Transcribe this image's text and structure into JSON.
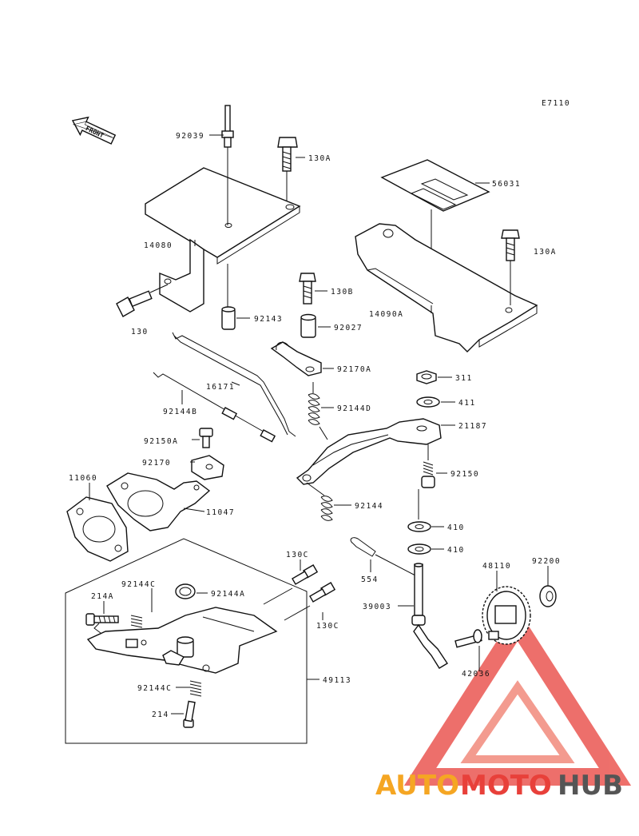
{
  "diagram_code": "E7110",
  "front_label": "FRONT",
  "parts": {
    "p92039": "92039",
    "p130A_1": "130A",
    "p130A_2": "130A",
    "p14080": "14080",
    "p130": "130",
    "p92143": "92143",
    "p130B": "130B",
    "p92027": "92027",
    "p56031": "56031",
    "p14090A": "14090A",
    "p92170A": "92170A",
    "p16171": "16171",
    "p92144D": "92144D",
    "p311": "311",
    "p411": "411",
    "p21187": "21187",
    "p92144B": "92144B",
    "p92150A": "92150A",
    "p92170": "92170",
    "p92150": "92150",
    "p11060": "11060",
    "p11047": "11047",
    "p92144": "92144",
    "p410_1": "410",
    "p410_2": "410",
    "p130C_1": "130C",
    "p130C_2": "130C",
    "p554": "554",
    "p48110": "48110",
    "p92200": "92200",
    "p92144C_1": "92144C",
    "p92144A": "92144A",
    "p214A": "214A",
    "p39003": "39003",
    "p42036": "42036",
    "p92144C_2": "92144C",
    "p49113": "49113",
    "p214": "214"
  },
  "watermark": {
    "part1": "AUTO",
    "part2": "MOTO",
    "part3": "HUB",
    "colors": {
      "orange": "#f5a623",
      "red": "#e8403a",
      "gray": "#555555"
    }
  }
}
